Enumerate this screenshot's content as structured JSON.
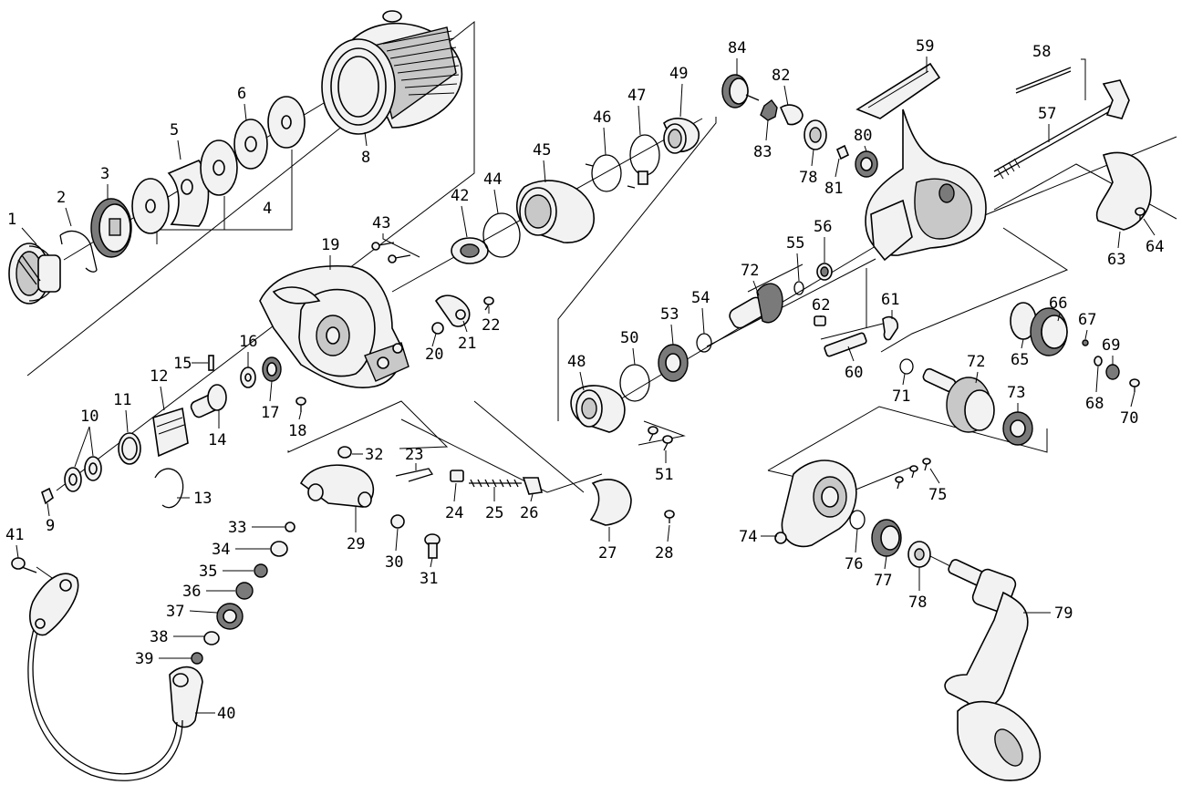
{
  "parts": {
    "p1": "1",
    "p2": "2",
    "p3": "3",
    "p4": "4",
    "p5": "5",
    "p6": "6",
    "p8": "8",
    "p9": "9",
    "p10": "10",
    "p11": "11",
    "p12": "12",
    "p13": "13",
    "p14": "14",
    "p15": "15",
    "p16": "16",
    "p17": "17",
    "p18": "18",
    "p19": "19",
    "p20": "20",
    "p21": "21",
    "p22": "22",
    "p23": "23",
    "p24": "24",
    "p25": "25",
    "p26": "26",
    "p27": "27",
    "p28": "28",
    "p29": "29",
    "p30": "30",
    "p31": "31",
    "p32": "32",
    "p33": "33",
    "p34": "34",
    "p35": "35",
    "p36": "36",
    "p37": "37",
    "p38": "38",
    "p39": "39",
    "p40": "40",
    "p41": "41",
    "p42": "42",
    "p43": "43",
    "p44": "44",
    "p45": "45",
    "p46": "46",
    "p47": "47",
    "p48": "48",
    "p49": "49",
    "p50": "50",
    "p51": "51",
    "p53": "53",
    "p54": "54",
    "p55": "55",
    "p56": "56",
    "p57": "57",
    "p58": "58",
    "p59": "59",
    "p60": "60",
    "p61": "61",
    "p62": "62",
    "p63": "63",
    "p64": "64",
    "p65": "65",
    "p66": "66",
    "p67": "67",
    "p68": "68",
    "p69": "69",
    "p70": "70",
    "p71": "71",
    "p72a": "72",
    "p72b": "72",
    "p73": "73",
    "p74": "74",
    "p75": "75",
    "p76": "76",
    "p77": "77",
    "p78a": "78",
    "p78b": "78",
    "p79": "79",
    "p80": "80",
    "p81": "81",
    "p82": "82",
    "p83": "83",
    "p84": "84"
  }
}
